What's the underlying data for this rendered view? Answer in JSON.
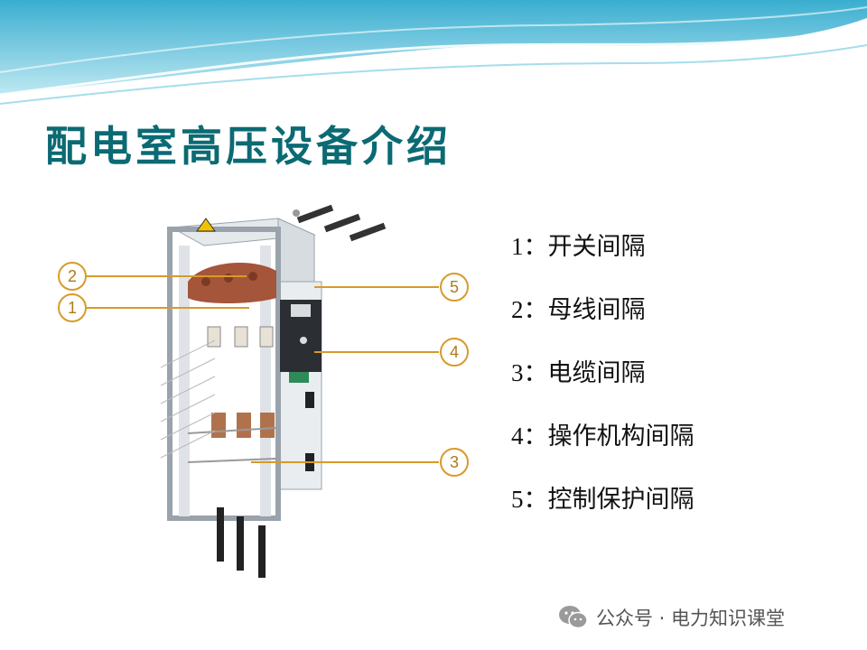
{
  "slide": {
    "title": "配电室高压设备介绍"
  },
  "figure": {
    "callouts": [
      {
        "id": "2",
        "label": "2"
      },
      {
        "id": "1",
        "label": "1"
      },
      {
        "id": "5",
        "label": "5"
      },
      {
        "id": "4",
        "label": "4"
      },
      {
        "id": "3",
        "label": "3"
      }
    ]
  },
  "legend": {
    "items": [
      {
        "num": "1：",
        "text": "开关间隔"
      },
      {
        "num": "2：",
        "text": "母线间隔"
      },
      {
        "num": "3：",
        "text": "电缆间隔"
      },
      {
        "num": "4：",
        "text": "操作机构间隔"
      },
      {
        "num": "5：",
        "text": "控制保护间隔"
      }
    ]
  },
  "footer": {
    "icon": "wechat-icon",
    "text": "公众号 · 电力知识课堂"
  },
  "colors": {
    "title": "#0b6a73",
    "callout": "#d89a2a",
    "wave": "#5ec3d9"
  }
}
